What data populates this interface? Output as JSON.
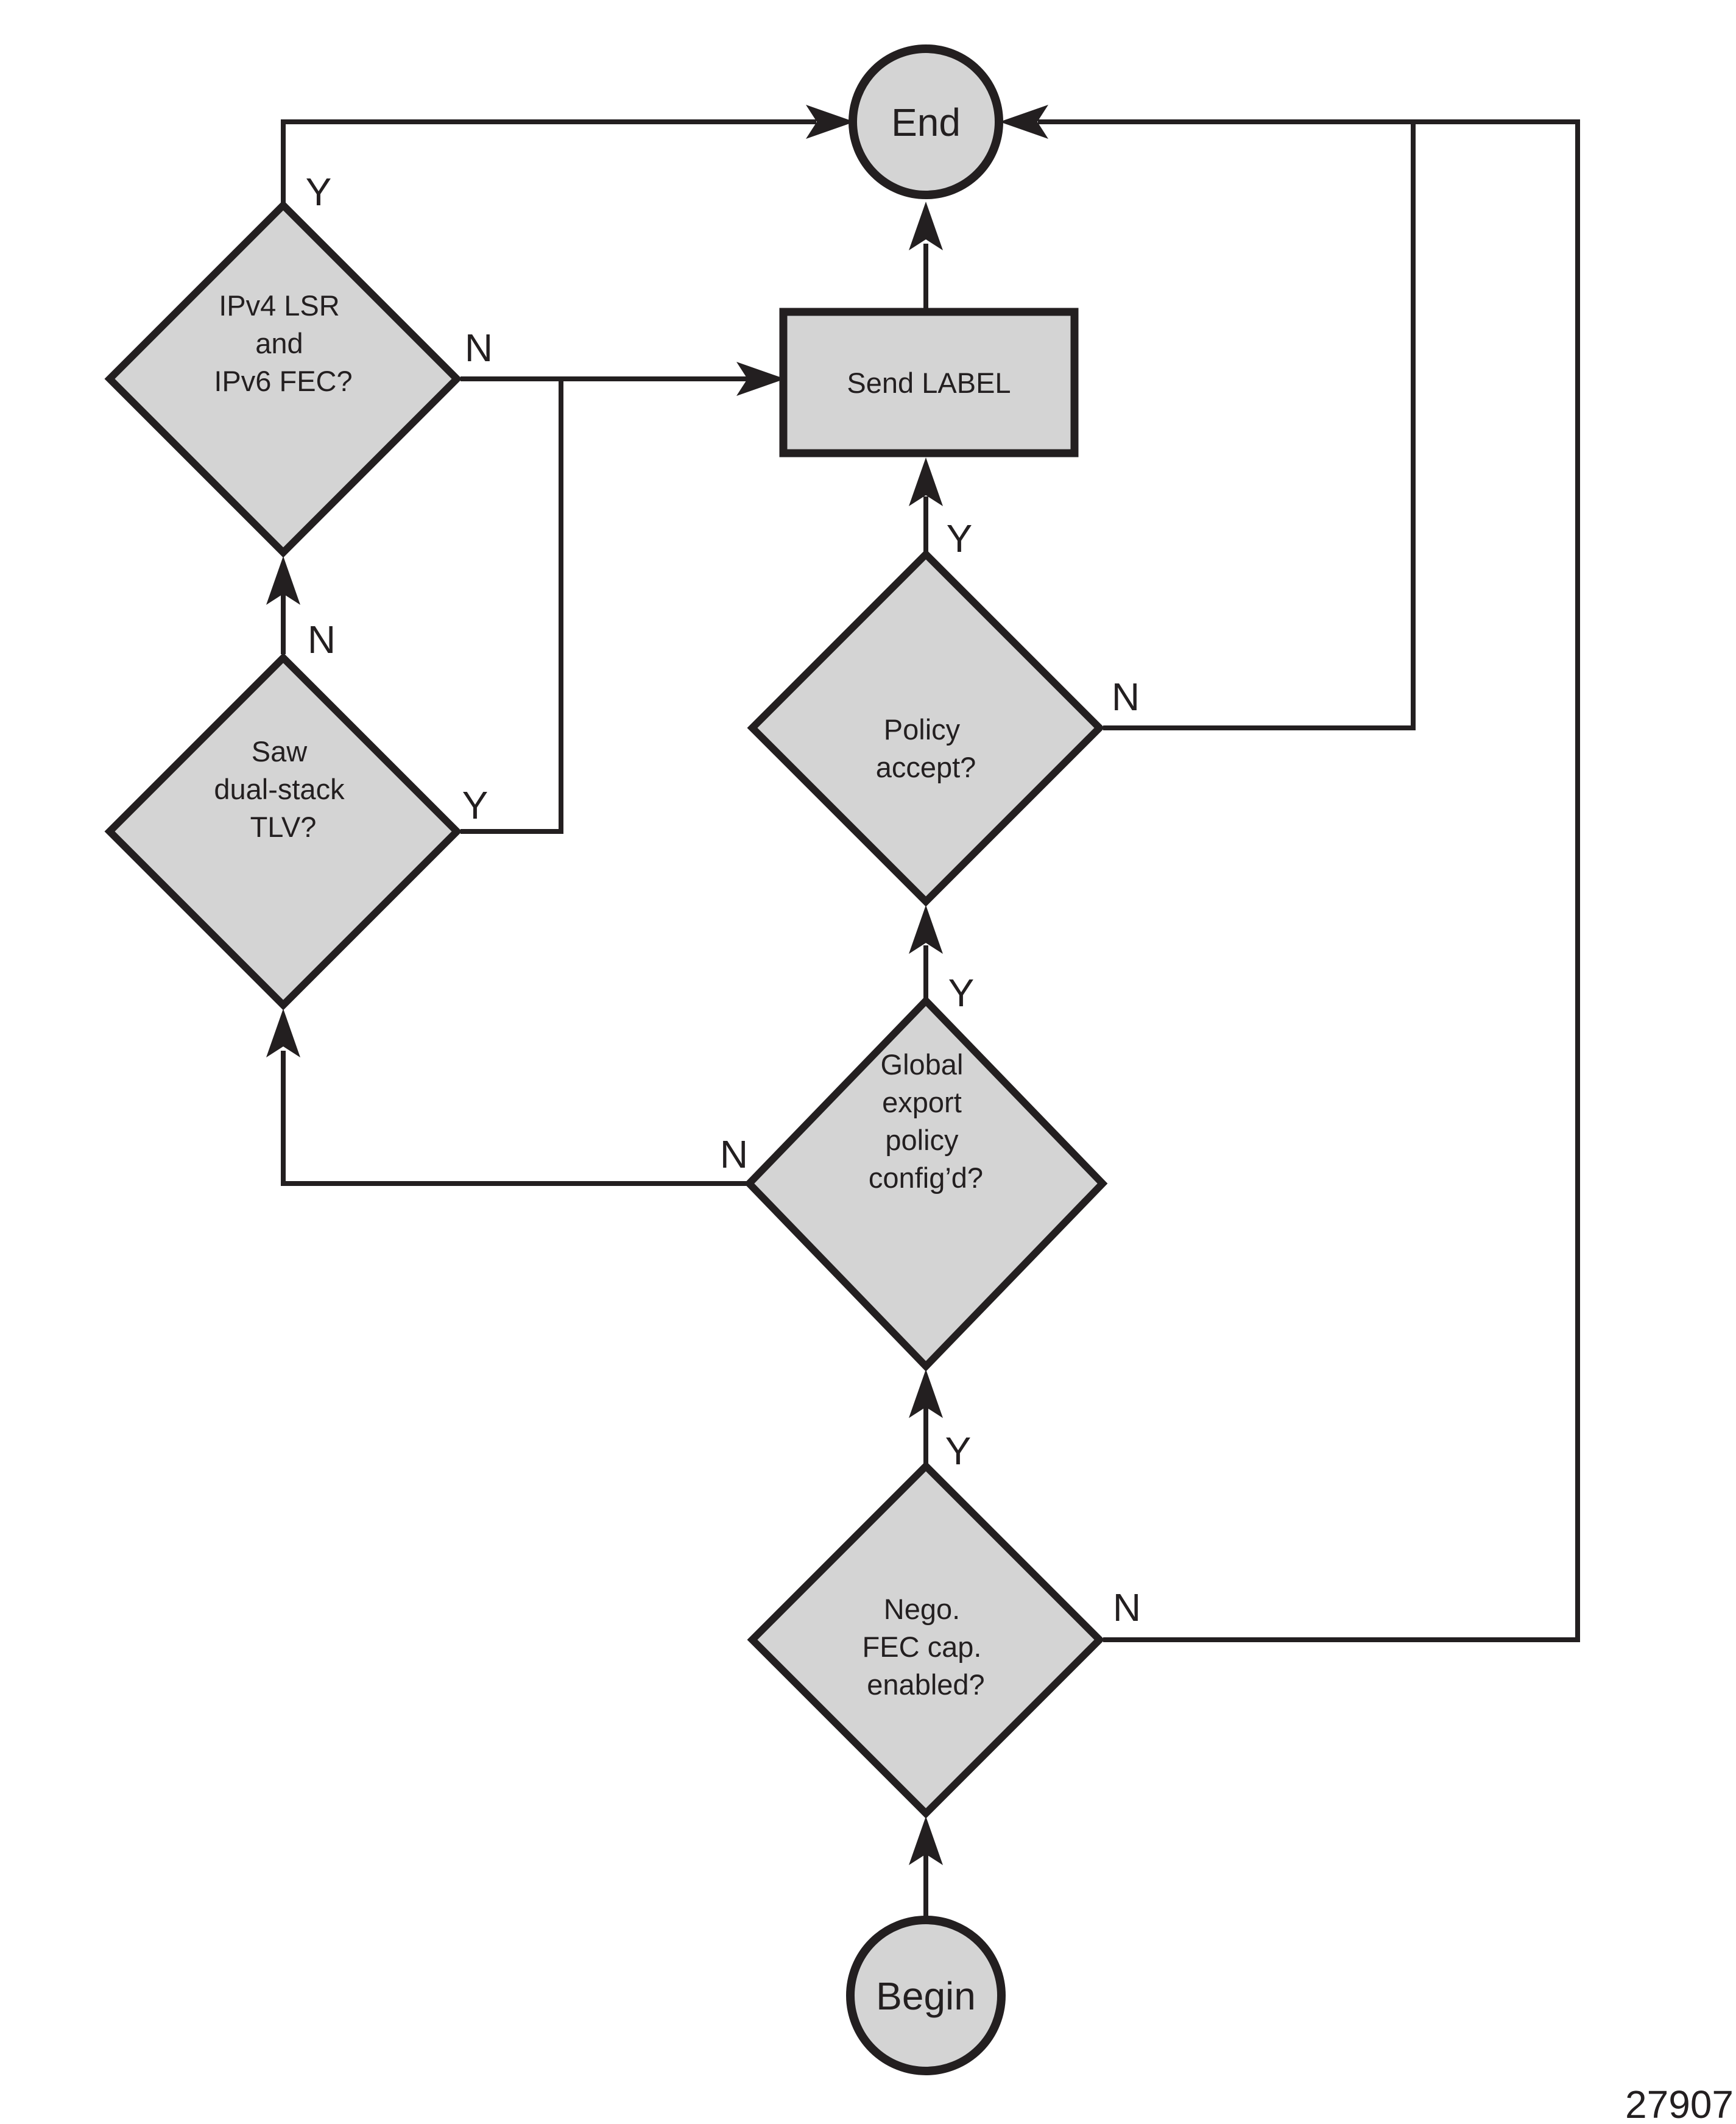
{
  "diagram": {
    "figure_number": "27907",
    "colors": {
      "node_fill": "#d4d4d4",
      "stroke": "#231f20",
      "background": "#ffffff"
    },
    "nodes": {
      "begin": {
        "shape": "circle",
        "label": "Begin"
      },
      "nego_fec": {
        "shape": "diamond",
        "line1": "Nego.",
        "line2": "FEC cap.",
        "line3": "enabled?"
      },
      "global_export": {
        "shape": "diamond",
        "line1": "Global",
        "line2": "export",
        "line3": "policy",
        "line4": "config’d?"
      },
      "policy_accept": {
        "shape": "diamond",
        "line1": "Policy",
        "line2": "accept?"
      },
      "send_label": {
        "shape": "rect",
        "label": "Send LABEL"
      },
      "saw_dual_stack": {
        "shape": "diamond",
        "line1": "Saw",
        "line2": "dual-stack",
        "line3": "TLV?"
      },
      "ipv4_lsr": {
        "shape": "diamond",
        "line1": "IPv4 LSR",
        "line2": "and",
        "line3": "IPv6 FEC?"
      },
      "end": {
        "shape": "circle",
        "label": "End"
      }
    },
    "edge_labels": {
      "nego_yes": "Y",
      "nego_no": "N",
      "global_yes": "Y",
      "global_no": "N",
      "policy_yes": "Y",
      "policy_no": "N",
      "saw_yes": "Y",
      "saw_no": "N",
      "ipv4_yes": "Y",
      "ipv4_no": "N"
    },
    "edges": [
      {
        "from": "begin",
        "to": "nego_fec",
        "label": ""
      },
      {
        "from": "nego_fec",
        "to": "global_export",
        "label": "Y"
      },
      {
        "from": "global_export",
        "to": "policy_accept",
        "label": "Y"
      },
      {
        "from": "policy_accept",
        "to": "send_label",
        "label": "Y"
      },
      {
        "from": "send_label",
        "to": "end",
        "label": ""
      },
      {
        "from": "ipv4_lsr",
        "to": "end",
        "label": "Y"
      },
      {
        "from": "ipv4_lsr",
        "to": "send_label",
        "label": "N"
      },
      {
        "from": "saw_dual_stack",
        "to": "send_label",
        "label": "Y"
      },
      {
        "from": "saw_dual_stack",
        "to": "ipv4_lsr",
        "label": "N"
      },
      {
        "from": "global_export",
        "to": "saw_dual_stack",
        "label": "N"
      },
      {
        "from": "policy_accept",
        "to": "end",
        "label": "N"
      },
      {
        "from": "nego_fec",
        "to": "end",
        "label": "N"
      }
    ]
  }
}
